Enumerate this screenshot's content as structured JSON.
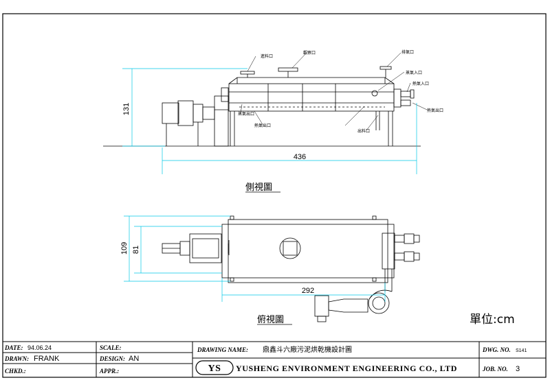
{
  "dimensions": {
    "height_side": "131",
    "length_side": "436",
    "width_top_outer": "109",
    "width_top_inner": "81",
    "offset_top": "292"
  },
  "callouts": [
    "進料口",
    "觀察口",
    "排氣口",
    "蒸氣入口",
    "蒸氣出口",
    "熱氣入口",
    "熱氣出口",
    "出料口",
    "熱氣出口"
  ],
  "views": {
    "side_title": "側視圖",
    "top_title": "俯視圖"
  },
  "unit_label": "單位:cm",
  "title_block": {
    "date_label": "DATE:",
    "date_value": "94.06.24",
    "drawn_label": "DRAWN:",
    "drawn_value": "FRANK",
    "chkd_label": "CHKD.:",
    "scale_label": "SCALE:",
    "design_label": "DESIGN:",
    "design_value": "AN",
    "appr_label": "APPR.:",
    "drawing_name_label": "DRAWING NAME:",
    "drawing_name_value": "鼎鑫斗六廠污泥烘乾機設計圖",
    "logo_text": "YS",
    "company": "YUSHENG ENVIRONMENT ENGINEERING CO., LTD",
    "dwg_no_label": "DWG. NO.",
    "dwg_no_value": "S141",
    "job_no_label": "JOB. NO.",
    "job_no_value": "3"
  },
  "colors": {
    "line": "#000000",
    "dimension": "#00c8e6"
  }
}
